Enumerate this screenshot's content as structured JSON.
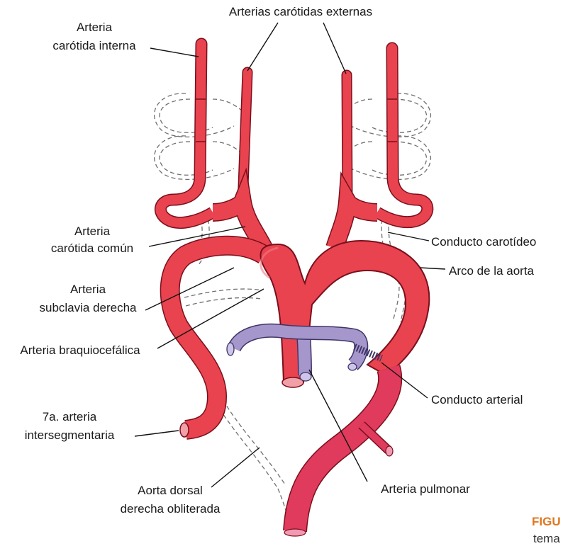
{
  "labels": {
    "carotid_external": "Arterias carótidas externas",
    "carotid_internal_1": "Arteria",
    "carotid_internal_2": "carótida interna",
    "carotid_common_1": "Arteria",
    "carotid_common_2": "carótida común",
    "subclavian_1": "Arteria",
    "subclavian_2": "subclavia derecha",
    "brachiocephalic": "Arteria braquiocefálica",
    "intersegmental_1": "7a. arteria",
    "intersegmental_2": "intersegmentaria",
    "dorsal_aorta_1": "Aorta dorsal",
    "dorsal_aorta_2": "derecha obliterada",
    "carotid_duct": "Conducto carotídeo",
    "aortic_arch": "Arco de la aorta",
    "ductus_arteriosus": "Conducto arterial",
    "pulmonary_artery": "Arteria pulmonar"
  },
  "caption": {
    "figure_label": "FIGU",
    "text_fragment": "tema"
  },
  "colors": {
    "artery": "#e8434f",
    "artery_outline": "#7a0f1c",
    "descending_aorta": "#e03a5c",
    "pulmonary": "#a596cc",
    "pulmonary_outline": "#3f3566",
    "accent_caption": "#e0771e"
  }
}
